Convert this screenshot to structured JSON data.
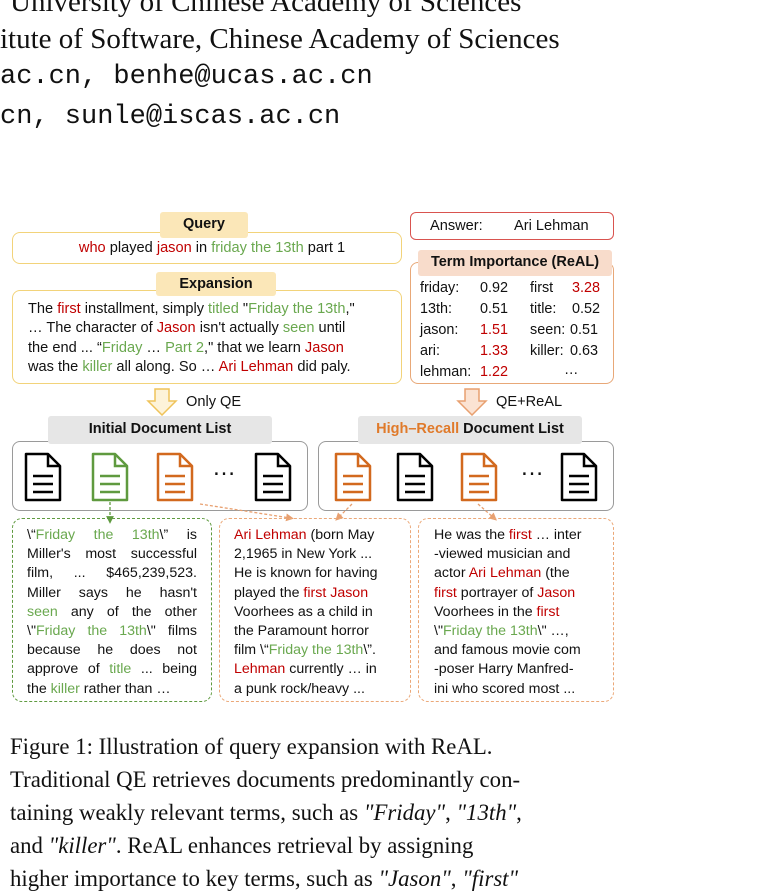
{
  "header": {
    "line1": "University of Chinese Academy of Sciences",
    "line2": "itute of Software, Chinese Academy of Sciences",
    "line3": "ac.cn, benhe@ucas.ac.cn",
    "line4": "cn, sunle@iscas.ac.cn"
  },
  "query": {
    "label": "Query",
    "w1": "who",
    "w2": "played",
    "w3": "jason",
    "w4": "in",
    "w5": "friday the 13th",
    "w6": "part 1"
  },
  "answer": {
    "label": "Answer:",
    "value": "Ari Lehman"
  },
  "expansion": {
    "label": "Expansion",
    "l1": [
      "The ",
      "first",
      " installment, simply ",
      "titled",
      " \"",
      "Friday the 13th",
      ",\""
    ],
    "l2": [
      "… The character of ",
      "Jason",
      " isn't actually ",
      "seen",
      " until"
    ],
    "l3": [
      "the end  ... “",
      "Friday",
      " … ",
      "Part 2",
      ",\" that we learn ",
      "Jason"
    ],
    "l4": [
      "was the ",
      "killer",
      " all along. So … ",
      "Ari Lehman",
      " did paly."
    ]
  },
  "term_importance": {
    "label": "Term Importance (ReAL)",
    "left": [
      {
        "term": "friday:",
        "value": "0.92"
      },
      {
        "term": "13th:",
        "value": "0.51"
      },
      {
        "term": "jason:",
        "value": "1.51"
      },
      {
        "term": "ari:",
        "value": "1.33"
      },
      {
        "term": "lehman:",
        "value": "1.22"
      }
    ],
    "right": [
      {
        "term": "first",
        "value": "3.28"
      },
      {
        "term": "title:",
        "value": "0.52"
      },
      {
        "term": "seen:",
        "value": "0.51"
      },
      {
        "term": "killer:",
        "value": "0.63"
      },
      {
        "term": "",
        "value": "…"
      }
    ]
  },
  "arrows": {
    "left": "Only QE",
    "right": "QE+ReAL"
  },
  "lists": {
    "initial": "Initial Document List",
    "high_a": "High–Recall",
    "high_b": " Document List",
    "ellipsis": "…"
  },
  "doc1": {
    "l1": [
      "\\“",
      "Friday the 13th",
      "\\”  is"
    ],
    "l2": "Miller's most successful",
    "l3": "film,  ...  $465,239,523.",
    "l4": "Miller  says  he  hasn't",
    "l5": [
      "seen",
      " any of the other"
    ],
    "l6": [
      "\\\"",
      "Friday the 13th",
      "\\\" films"
    ],
    "l7": "because  he  does  not",
    "l8": [
      "approve of ",
      "title",
      " ... being"
    ],
    "l9": [
      "the ",
      "killer",
      " rather than …"
    ]
  },
  "doc2": {
    "l1": [
      "Ari Lehman",
      " (born May"
    ],
    "l2": "2,1965 in New York ...",
    "l3": "He is known for having",
    "l4": [
      "played the ",
      "first",
      " ",
      "Jason"
    ],
    "l5": "Voorhees as a child in",
    "l6": "the  Paramount  horror",
    "l7": [
      "film \\“",
      "Friday the 13th",
      "\\”."
    ],
    "l8": [
      "Lehman",
      " currently … in"
    ],
    "l9": "a punk rock/heavy ..."
  },
  "doc3": {
    "l1": [
      "He was the ",
      "first",
      " … inter"
    ],
    "l2": "-viewed  musician  and",
    "l3": [
      "actor  ",
      "Ari Lehman",
      "  (the"
    ],
    "l4": [
      "first",
      " portrayer of ",
      "Jason"
    ],
    "l5": [
      "Voorhees   in   the   ",
      "first"
    ],
    "l6": [
      "\\\"",
      "Friday the 13th",
      "\\\" …,"
    ],
    "l7": "and famous movie com",
    "l8": "-poser  Harry  Manfred-",
    "l9": "ini who scored most ..."
  },
  "caption": {
    "l1": "Figure 1:  Illustration of query expansion with ReAL.",
    "l2": "Traditional QE retrieves documents predominantly con-",
    "l3a": "taining weakly relevant terms, such as ",
    "l3b": "\"Friday\"",
    "l3c": ", ",
    "l3d": "\"13th\"",
    "l3e": ",",
    "l4a": "and ",
    "l4b": "\"killer\"",
    "l4c": ".  ReAL enhances retrieval by assigning",
    "l5a": "higher importance to key terms, such as ",
    "l5b": "\"Jason\"",
    "l5c": ", ",
    "l5d": "\"first\""
  }
}
